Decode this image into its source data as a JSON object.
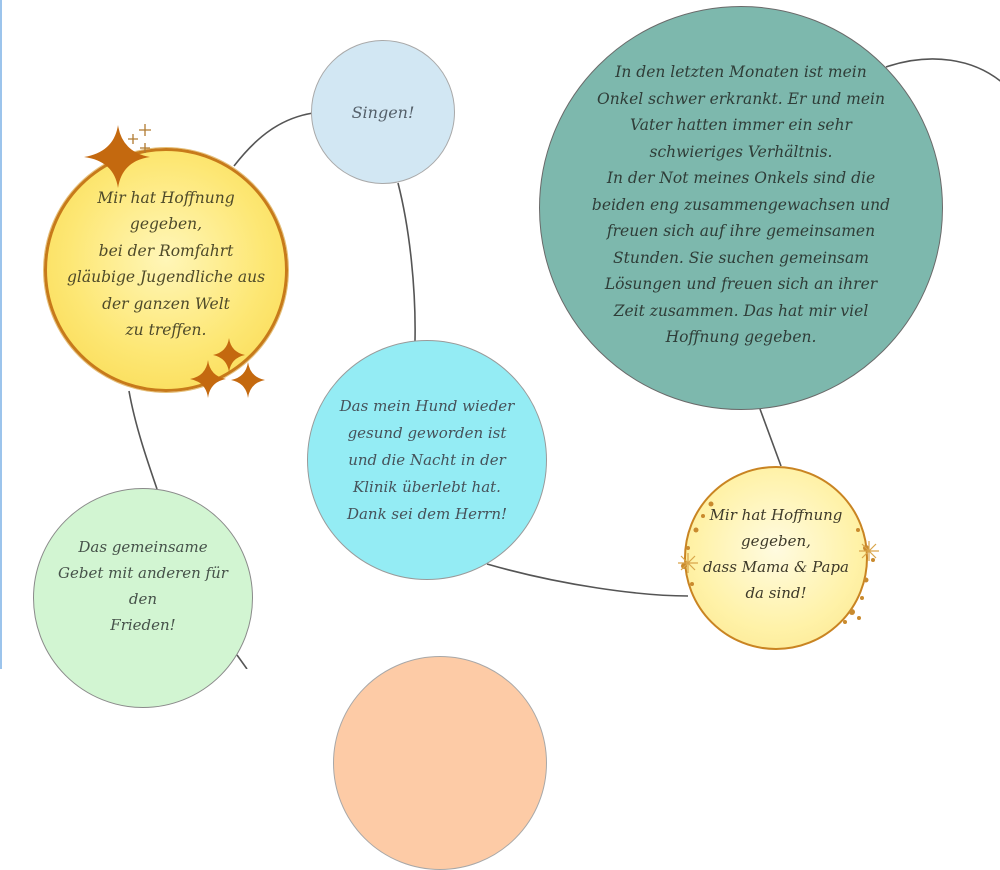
{
  "diagram": {
    "type": "bubble-mind-map",
    "colors": {
      "connector": "#555555",
      "singen_fill": "#d2e7f3",
      "teal_fill": "#7db8ad",
      "cyan_fill": "#94ecf4",
      "green_fill": "#d2f5d2",
      "yellow_fill": "#fde774",
      "yellow_border": "#c77a1a",
      "sparkle": "#c4690f",
      "mama_fill": "#fff2a8",
      "peach_fill": "#fdcba6",
      "left_rule": "#9cc4ec"
    },
    "bubbles": {
      "romfahrt": {
        "text": "Mir hat Hoffnung\ngegeben,\nbei der Romfahrt\ngläubige Jugendliche aus\nder ganzen Welt\nzu treffen.",
        "decoration": "sparkle-stars"
      },
      "singen": {
        "text": "Singen!"
      },
      "onkel": {
        "text": "In den letzten Monaten ist mein\nOnkel schwer erkrankt. Er und mein\nVater hatten immer ein sehr\nschwieriges Verhältnis.\nIn der Not meines Onkels sind die\nbeiden eng zusammengewachsen und\nfreuen sich auf ihre gemeinsamen\nStunden. Sie suchen gemeinsam\nLösungen und freuen sich an ihrer\nZeit zusammen. Das hat mir viel\nHoffnung gegeben."
      },
      "hund": {
        "text": "Das mein Hund wieder\ngesund geworden ist\nund die Nacht in der\nKlinik überlebt hat.\nDank sei dem Herrn!"
      },
      "mama_papa": {
        "text": "Mir hat Hoffnung\ngegeben,\ndass Mama & Papa\nda sind!",
        "decoration": "glitter-frame"
      },
      "frieden": {
        "text": "Das gemeinsame\nGebet mit anderen für\nden\nFrieden!"
      },
      "peach": {
        "text": ""
      }
    }
  }
}
